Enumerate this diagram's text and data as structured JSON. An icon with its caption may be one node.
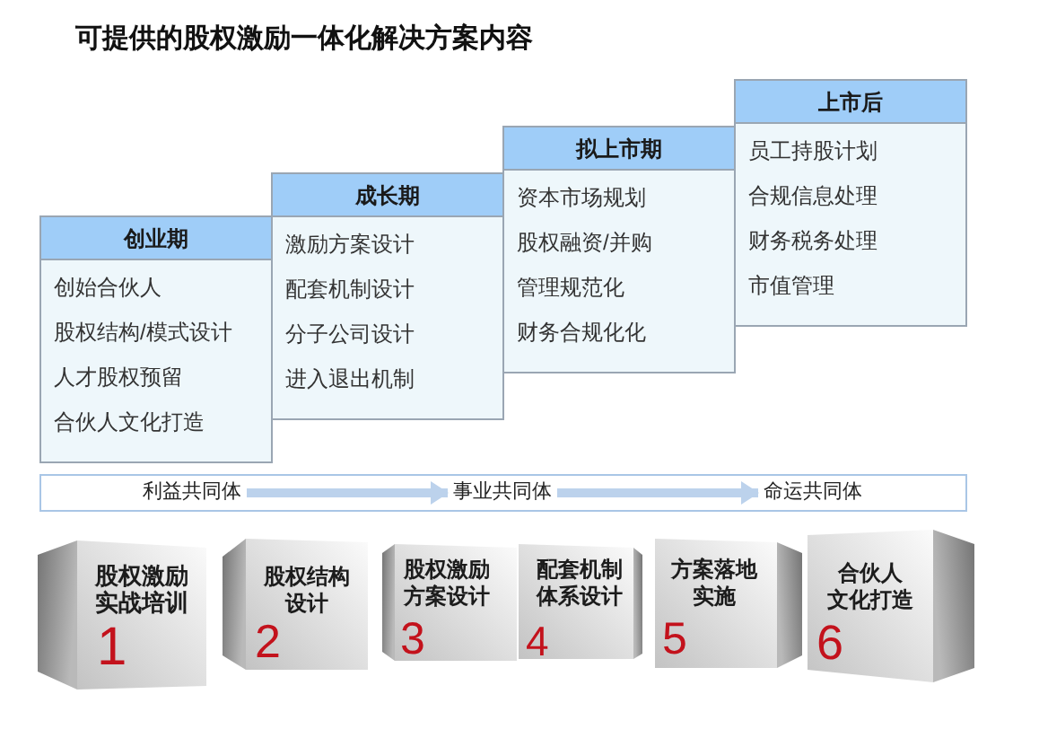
{
  "diagram": {
    "title": "可提供的股权激励一体化解决方案内容",
    "nodes": [
      {
        "text": [
          "创业期",
          "创始合伙人",
          "股权结构/模式设计",
          "人才股权预留",
          "合伙人文化打造"
        ]
      },
      {
        "text": [
          "成长期",
          "激励方案设计",
          "配套机制设计",
          "分子公司设计",
          "进入退出机制"
        ]
      },
      {
        "text": [
          "拟上市期",
          "资本市场规划",
          "股权融资/并购",
          "管理规范化",
          "财务合规化化"
        ]
      },
      {
        "text": [
          "上市后",
          "员工持股计划",
          "合规信息处理",
          "财务税务处理",
          "市值管理"
        ]
      },
      {
        "text": [],
        "shape": "bar"
      },
      {
        "text": [
          "利益共同体"
        ],
        "in": 4
      },
      {
        "text": [
          "事业共同体"
        ],
        "in": 4
      },
      {
        "text": [
          "命运共同体"
        ],
        "in": 4
      },
      {
        "text": [
          "股权激励实战培训",
          "1"
        ]
      },
      {
        "text": [
          "股权结构设计",
          "2"
        ]
      },
      {
        "text": [
          "股权激励方案设计",
          "3"
        ]
      },
      {
        "text": [
          "配套机制体系设计",
          "4"
        ]
      },
      {
        "text": [
          "方案落地实施",
          "5"
        ]
      },
      {
        "text": [
          "合伙人文化打造",
          "6"
        ]
      }
    ],
    "edges": [
      {
        "from": 5,
        "to": 6,
        "arrow": "to"
      },
      {
        "from": 6,
        "to": 7,
        "arrow": "to"
      }
    ]
  }
}
